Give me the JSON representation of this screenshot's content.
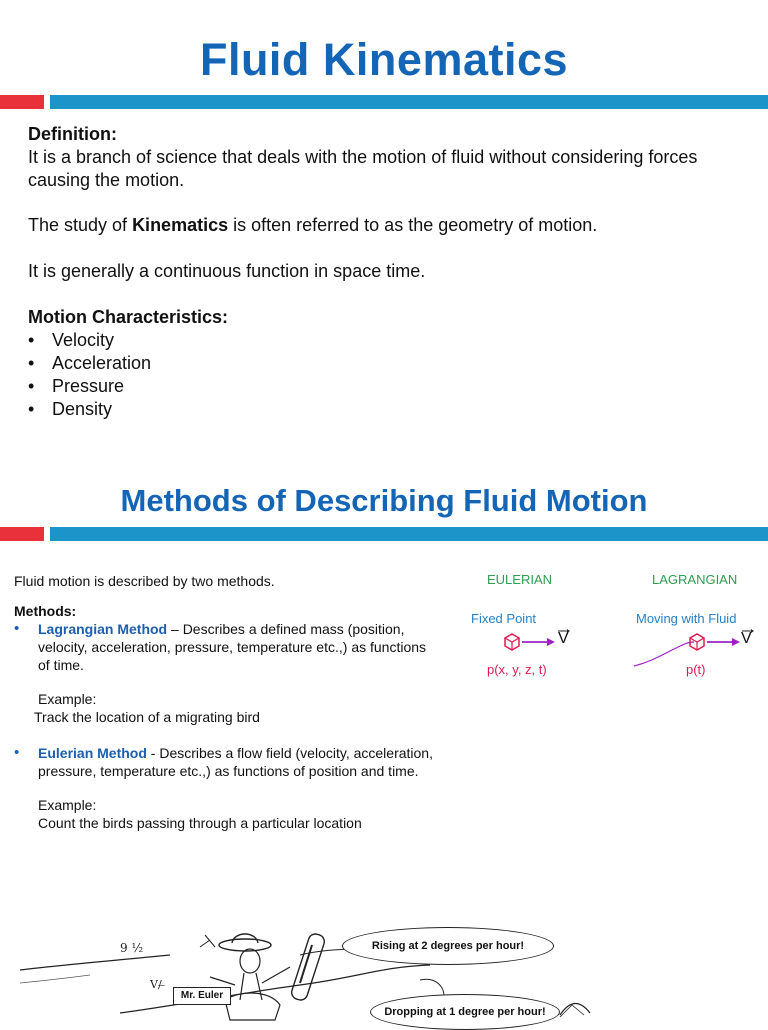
{
  "slide1": {
    "title": "Fluid Kinematics",
    "definition_heading": "Definition:",
    "definition_line1": "It is a branch of science that deals with the motion of fluid without considering forces",
    "definition_line2": "causing the motion.",
    "study_pre": "The study of ",
    "study_bold": "Kinematics",
    "study_post": " is often referred to as the geometry of motion.",
    "continuous": "It is generally a continuous function in space time.",
    "motion_heading": "Motion Characteristics:",
    "motion_items": [
      "Velocity",
      "Acceleration",
      "Pressure",
      "Density"
    ]
  },
  "slide2": {
    "title": "Methods of Describing Fluid Motion",
    "intro": "Fluid motion is described by two methods.",
    "methods_heading": "Methods:",
    "lagrangian_name": "Lagrangian Method",
    "lagrangian_desc_1": " – Describes a defined mass (position,",
    "lagrangian_desc_2": "velocity, acceleration, pressure, temperature etc.,) as functions",
    "lagrangian_desc_3": "of time.",
    "lagrangian_example_label": "Example:",
    "lagrangian_example": "Track the location of a migrating bird",
    "eulerian_name": "Eulerian Method",
    "eulerian_desc_1": " - Describes a flow field (velocity, acceleration,",
    "eulerian_desc_2": "pressure, temperature etc.,) as functions of position and time.",
    "eulerian_example_label": "Example:",
    "eulerian_example": "Count the birds passing through a particular location",
    "figure": {
      "eulerian_label": "EULERIAN",
      "lagrangian_label": "LAGRANGIAN",
      "eulerian_sub": "Fixed Point",
      "lagrangian_sub": "Moving with Fluid",
      "eulerian_eq": "p(x, y, z, t)",
      "lagrangian_eq": "p(t)",
      "vector_symbol": "V"
    },
    "cartoon": {
      "bubble_top": "Rising at 2 degrees per hour!",
      "bubble_bottom": "Dropping at 1 degree per hour!",
      "nametag": "Mr. Euler"
    }
  },
  "colors": {
    "title_blue": "#1565b6",
    "rule_red": "#e8313a",
    "rule_blue": "#1c93c9",
    "method_blue": "#1c5eb0",
    "figure_green": "#2d9e4f",
    "figure_pink": "#e01a4f",
    "arrow_purple": "#a020c8"
  }
}
